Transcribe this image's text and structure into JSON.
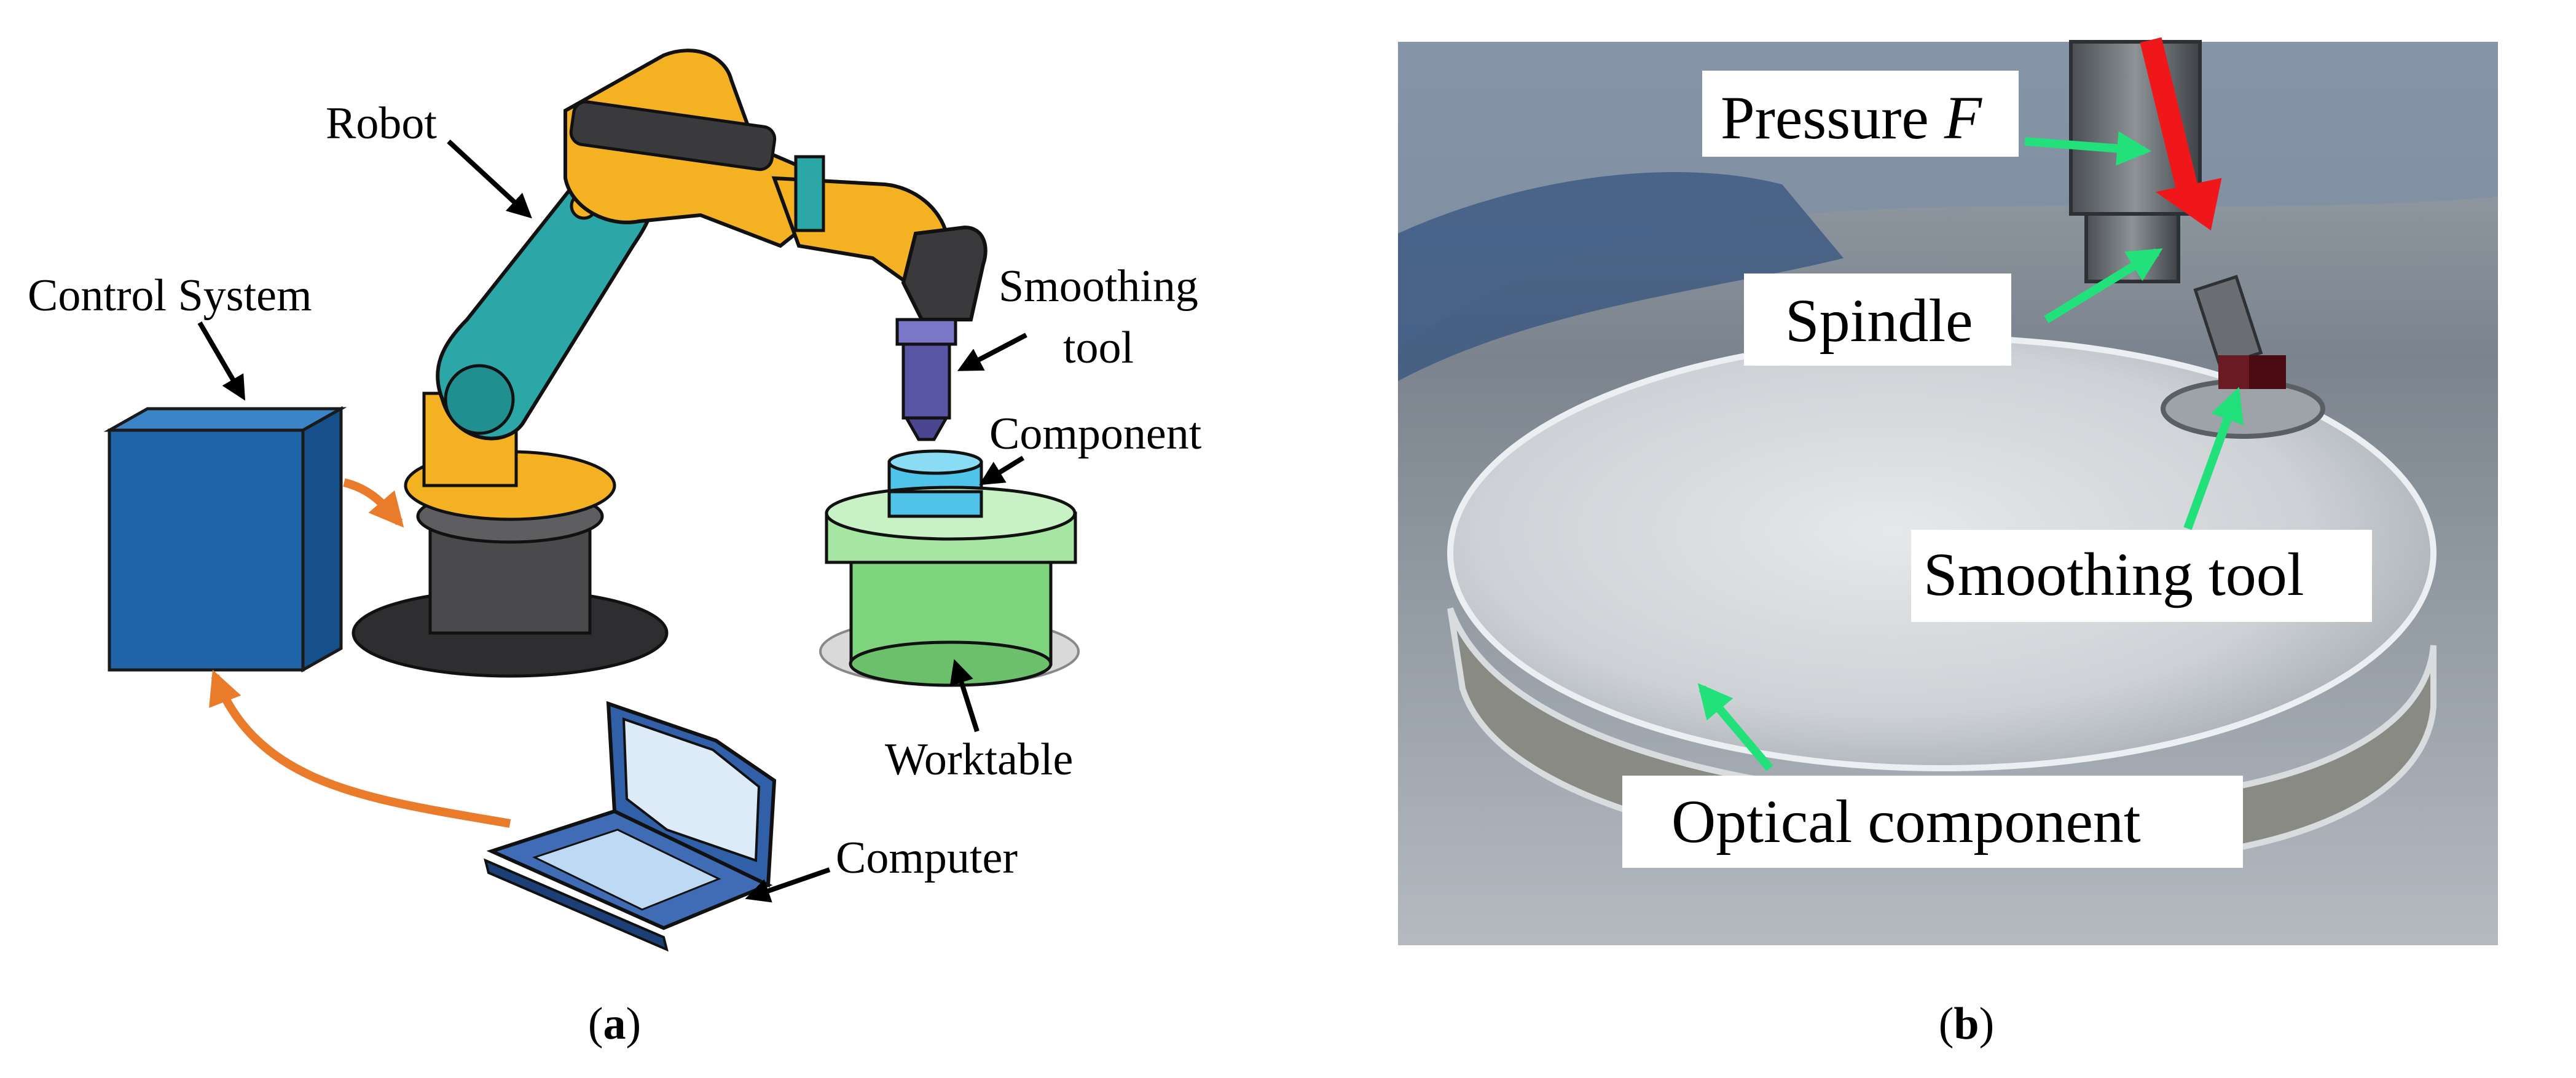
{
  "panel_a": {
    "labels": {
      "robot": "Robot",
      "control_system": "Control System",
      "smoothing_tool_line1": "Smoothing",
      "smoothing_tool_line2": "tool",
      "component": "Component",
      "worktable": "Worktable",
      "computer": "Computer"
    },
    "caption_letter": "a"
  },
  "panel_b": {
    "labels": {
      "pressure_text": "Pressure ",
      "pressure_symbol": "F",
      "spindle": "Spindle",
      "smoothing_tool": "Smoothing tool",
      "optical_component": "Optical component"
    },
    "caption_letter": "b"
  },
  "colors": {
    "robot_yellow": "#F4B223",
    "robot_teal": "#2BA7A8",
    "robot_dark": "#3A3A3C",
    "control_box_blue": "#1F65A8",
    "flow_arrow_orange": "#E97B2A",
    "tool_purple": "#5A56A6",
    "component_cyan": "#4FC3E8",
    "worktable_green": "#7ED47D",
    "laptop_blue": "#3160A8",
    "pointer_green": "#22E07A",
    "force_red": "#F0171B"
  }
}
